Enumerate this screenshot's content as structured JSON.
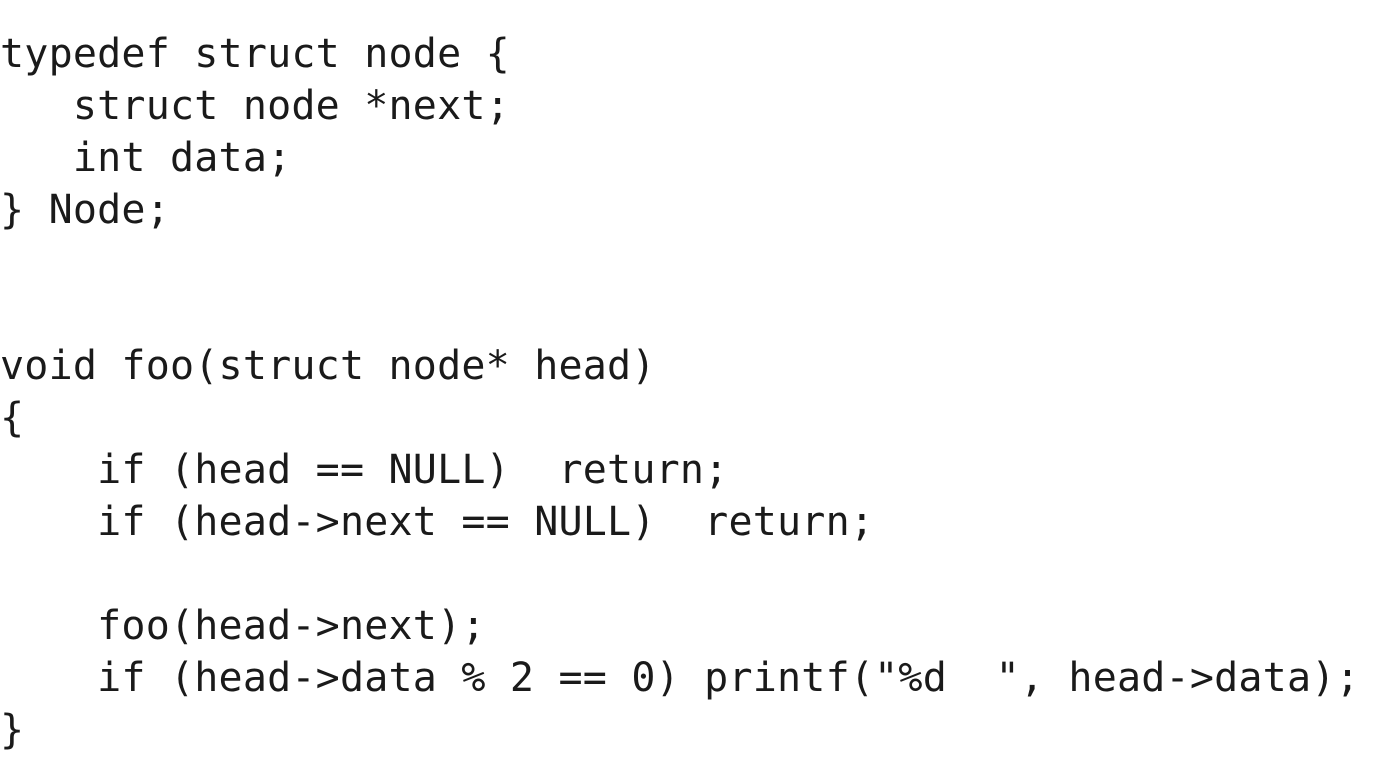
{
  "code": {
    "lines": [
      "typedef struct node {",
      "   struct node *next;",
      "   int data;",
      "} Node;",
      "",
      "",
      "void foo(struct node* head)",
      "{",
      "    if (head == NULL)  return;",
      "    if (head->next == NULL)  return;",
      "",
      "    foo(head->next);",
      "    if (head->data % 2 == 0) printf(\"%d  \", head->data);",
      "}"
    ]
  }
}
